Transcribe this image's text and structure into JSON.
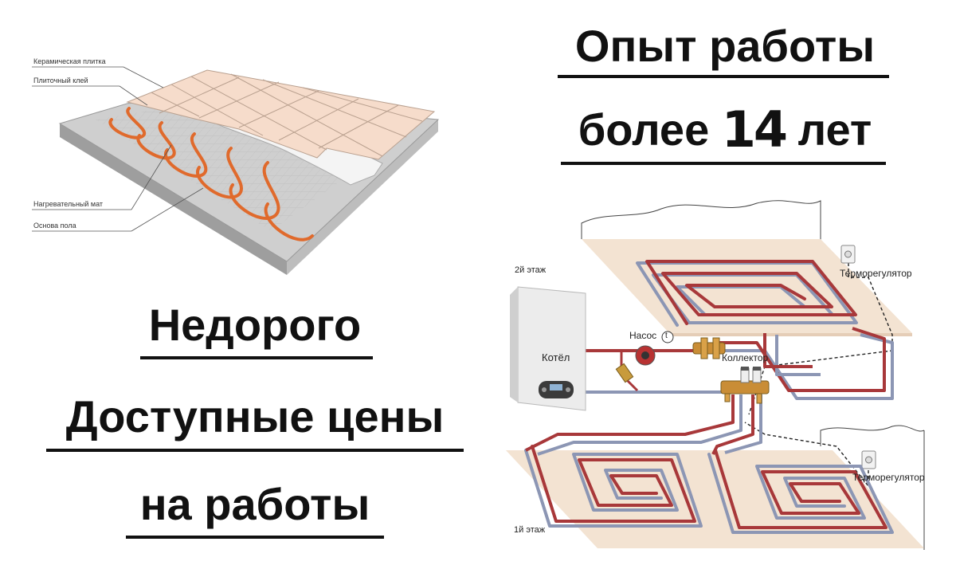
{
  "headline": {
    "experience_line1": "Опыт работы",
    "experience_prefix": "более",
    "experience_number": "14",
    "experience_suffix": "лет",
    "cheap": "Недорого",
    "prices_line1": "Доступные цены",
    "prices_line2": "на работы"
  },
  "layers_diagram": {
    "tile": "Керамическая плитка",
    "adhesive": "Плиточный клей",
    "heating_mat": "Нагревательный мат",
    "base": "Основа пола"
  },
  "heating_diagram": {
    "floor_2": "2й этаж",
    "floor_1": "1й этаж",
    "boiler": "Котёл",
    "pump": "Насос",
    "thermo_symbol": "t",
    "manifold": "Коллектор",
    "thermostat_top": "Терморегулятор",
    "thermostat_bottom": "Терморегулятор"
  },
  "colors": {
    "hot_pipe": "#a8383a",
    "cold_pipe": "#8c96b4",
    "slab": "#f3e3d2",
    "concrete": "#c9c9c9",
    "tile": "#f6dccb",
    "heating_cable": "#e06a2c"
  }
}
